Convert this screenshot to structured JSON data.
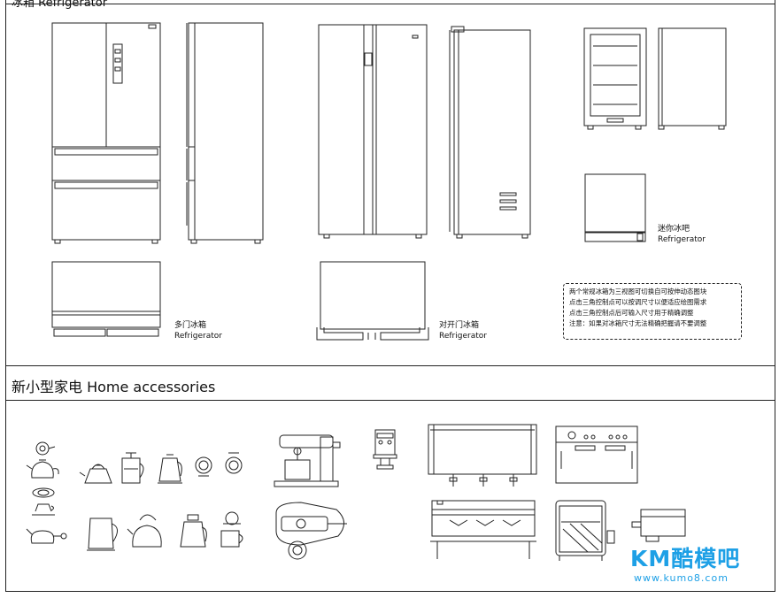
{
  "header_fragment": "冰箱 Refrigerator",
  "sections": {
    "home_accessories_title": "新小型家电 Home accessories"
  },
  "labels": {
    "multi_door": {
      "cn": "多门冰箱",
      "en": "Refrigerator"
    },
    "side_by_side": {
      "cn": "对开门冰箱",
      "en": "Refrigerator"
    },
    "mini_bar": {
      "cn": "迷你冰吧",
      "en": "Refrigerator"
    }
  },
  "note_lines": [
    "两个常规冰箱为三视图可切换自可按伸动态图块",
    "点击三角控制点可以按调尺寸以便适应绘图需求",
    "点击三角控制点后可输入尺寸用于精确调整",
    "注意：如果对冰箱尺寸无法精确把握请不要调整"
  ],
  "watermark": {
    "logo": "KM酷模吧",
    "url": "www.kumo8.com",
    "color": "#1ea0e6"
  }
}
